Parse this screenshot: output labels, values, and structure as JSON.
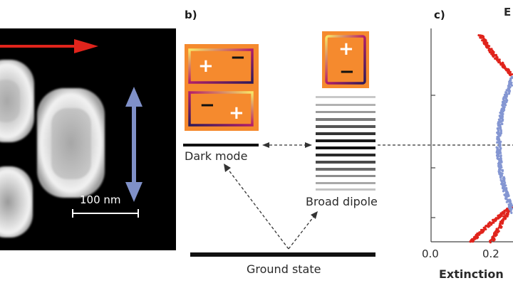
{
  "panel_a": {
    "scale_bar_label": "100 nm",
    "colors": {
      "red_arrow": "#e0241c",
      "blue_arrow": "#7f90c8",
      "background": "#000000"
    }
  },
  "panel_b": {
    "label": "b)",
    "dark_mode_label": "Dark mode",
    "broad_dipole_label": "Broad dipole",
    "ground_state_label": "Ground state",
    "plus": "+",
    "minus": "−",
    "colors": {
      "orange": "#f58a2e",
      "charge_text": "#ffffff",
      "minus_text": "#111111",
      "levels": "#111111"
    }
  },
  "panel_c": {
    "label": "c)",
    "top_label_partial": "E",
    "x_ticks": [
      "0.0",
      "0.2"
    ],
    "x_axis_label": "Extinction",
    "colors": {
      "red_points": "#e0241c",
      "blue_points": "#8496d2"
    }
  }
}
